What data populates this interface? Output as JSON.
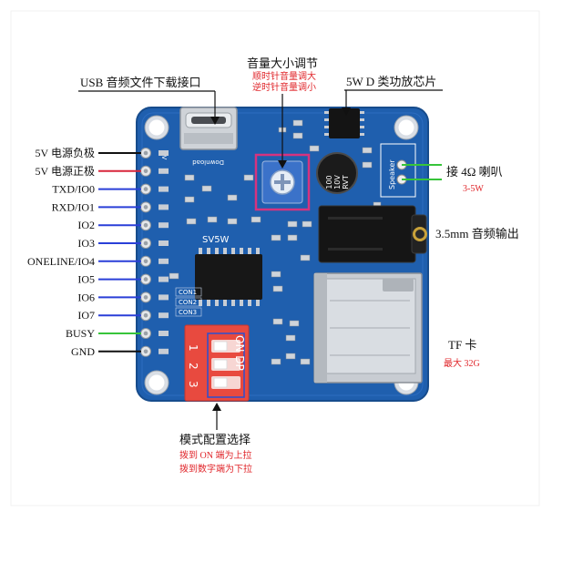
{
  "annotations": {
    "usb_port": "USB 音频文件下载接口",
    "volume_title": "音量大小调节",
    "volume_cw": "顺时针音量调大",
    "volume_ccw": "逆时针音量调小",
    "amp_chip": "5W D 类功放芯片",
    "speaker_title": "接 4Ω 喇叭",
    "speaker_power": "3-5W",
    "audio_out": "3.5mm 音频输出",
    "tf_title": "TF 卡",
    "tf_max": "最大 32G",
    "mode_title": "模式配置选择",
    "mode_on": "拨到 ON 端为上拉",
    "mode_num": "拨到数字端为下拉"
  },
  "pins": [
    {
      "label": "5V 电源负极",
      "wire_color": "#111111"
    },
    {
      "label": "5V 电源正极",
      "wire_color": "#d8263a"
    },
    {
      "label": "TXD/IO0",
      "wire_color": "#2a3fd8"
    },
    {
      "label": "RXD/IO1",
      "wire_color": "#2a3fd8"
    },
    {
      "label": "IO2",
      "wire_color": "#2a3fd8"
    },
    {
      "label": "IO3",
      "wire_color": "#2a3fd8"
    },
    {
      "label": "ONELINE/IO4",
      "wire_color": "#2a3fd8"
    },
    {
      "label": "IO5",
      "wire_color": "#2a3fd8"
    },
    {
      "label": "IO6",
      "wire_color": "#2a3fd8"
    },
    {
      "label": "IO7",
      "wire_color": "#2a3fd8"
    },
    {
      "label": "BUSY",
      "wire_color": "#37c43a"
    },
    {
      "label": "GND",
      "wire_color": "#111111"
    }
  ],
  "board_print": {
    "module_name": "SV5W",
    "download": "Download",
    "speaker": "Speaker",
    "supply": "5V",
    "con1": "CON1",
    "con2": "CON2",
    "con3": "CON3",
    "cap_value": "100",
    "cap_voltage": "10V",
    "cap_brand": "RVT",
    "dip_label": "ON DP",
    "dip_1": "1",
    "dip_2": "2",
    "dip_3": "3"
  },
  "colors": {
    "board": "#1f5fae",
    "highlight": "#d6337f",
    "note_red": "#e0252a",
    "speaker_wire": "#37c43a",
    "dip_switch": "#e84a3f"
  }
}
